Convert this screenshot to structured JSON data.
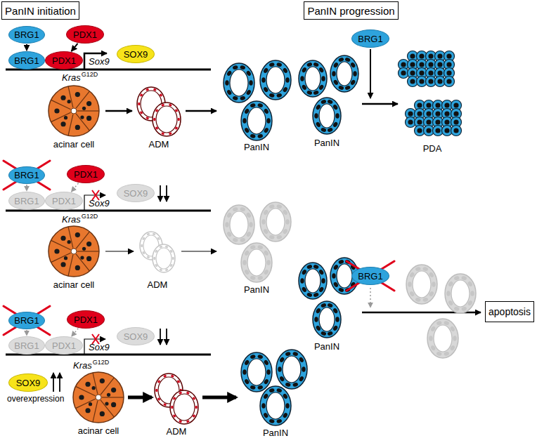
{
  "diagram": {
    "nodes": [
      {
        "text": [
          "PanIN initiation"
        ]
      },
      {
        "text": [
          "PanIN progression"
        ]
      },
      {
        "text": [
          "BRG1"
        ]
      },
      {
        "text": [
          "PDX1"
        ]
      },
      {
        "text": [
          "BRG1"
        ]
      },
      {
        "text": [
          "PDX1"
        ]
      },
      {
        "text": [
          "SOX9"
        ]
      },
      {
        "text": [
          "BRG1"
        ]
      },
      {
        "text": [
          "BRG1"
        ]
      },
      {
        "text": [
          "PDX1"
        ]
      },
      {
        "text": [
          "BRG1"
        ]
      },
      {
        "text": [
          "PDX1"
        ]
      },
      {
        "text": [
          "SOX9"
        ]
      },
      {
        "text": [
          "BRG1"
        ]
      },
      {
        "text": [
          "apoptosis"
        ]
      },
      {
        "text": [
          "BRG1"
        ]
      },
      {
        "text": [
          "PDX1"
        ]
      },
      {
        "text": [
          "BRG1"
        ]
      },
      {
        "text": [
          "PDX1"
        ]
      },
      {
        "text": [
          "SOX9"
        ]
      },
      {
        "text": [
          "SOX9"
        ]
      }
    ],
    "edges": [
      {
        "from": 2,
        "to": 4,
        "arrow": "to"
      },
      {
        "from": 3,
        "to": 5,
        "arrow": "to"
      },
      {
        "from": 8,
        "to": 10,
        "arrow": "to"
      },
      {
        "from": 9,
        "to": 11,
        "arrow": "to"
      },
      {
        "from": 15,
        "to": 17,
        "arrow": "to"
      },
      {
        "from": 16,
        "to": 18,
        "arrow": "to"
      }
    ],
    "labels": [
      "Sox9",
      "Kras",
      "G12D",
      "acinar cell",
      "ADM",
      "PanIN",
      "PanIN",
      "PDA",
      "Sox9",
      "Kras",
      "G12D",
      "acinar cell",
      "ADM",
      "PanIN",
      "PanIN",
      "Sox9",
      "overexpression",
      "Kras",
      "G12D",
      "acinar cell",
      "ADM",
      "PanIN"
    ]
  }
}
